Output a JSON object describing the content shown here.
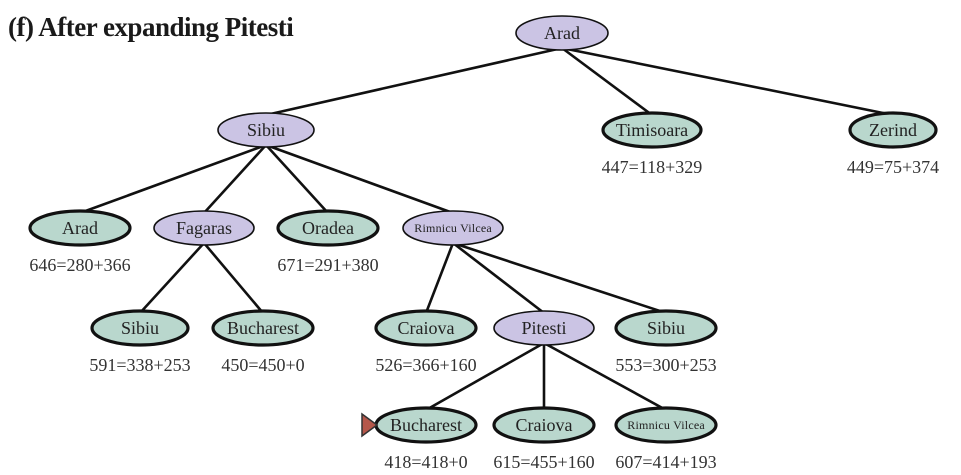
{
  "title": "(f) After expanding Pitesti",
  "colors": {
    "expanded": "#cbc4e4",
    "frontier": "#b9d7cd",
    "edge": "#111111",
    "marker": "#b5574a"
  },
  "nodes": [
    {
      "id": "n0",
      "label": "Arad",
      "state": "expanded",
      "value": ""
    },
    {
      "id": "n1",
      "label": "Sibiu",
      "state": "expanded",
      "value": "",
      "parent": "n0"
    },
    {
      "id": "n2",
      "label": "Timisoara",
      "state": "frontier",
      "value": "447=118+329",
      "parent": "n0"
    },
    {
      "id": "n3",
      "label": "Zerind",
      "state": "frontier",
      "value": "449=75+374",
      "parent": "n0"
    },
    {
      "id": "n4",
      "label": "Arad",
      "state": "frontier",
      "value": "646=280+366",
      "parent": "n1"
    },
    {
      "id": "n5",
      "label": "Fagaras",
      "state": "expanded",
      "value": "",
      "parent": "n1"
    },
    {
      "id": "n6",
      "label": "Oradea",
      "state": "frontier",
      "value": "671=291+380",
      "parent": "n1"
    },
    {
      "id": "n7",
      "label": "Rimnicu Vilcea",
      "state": "expanded",
      "value": "",
      "parent": "n1"
    },
    {
      "id": "n8",
      "label": "Sibiu",
      "state": "frontier",
      "value": "591=338+253",
      "parent": "n5"
    },
    {
      "id": "n9",
      "label": "Bucharest",
      "state": "frontier",
      "value": "450=450+0",
      "parent": "n5"
    },
    {
      "id": "n10",
      "label": "Craiova",
      "state": "frontier",
      "value": "526=366+160",
      "parent": "n7"
    },
    {
      "id": "n11",
      "label": "Pitesti",
      "state": "expanded",
      "value": "",
      "parent": "n7"
    },
    {
      "id": "n12",
      "label": "Sibiu",
      "state": "frontier",
      "value": "553=300+253",
      "parent": "n7"
    },
    {
      "id": "n13",
      "label": "Bucharest",
      "state": "frontier",
      "value": "418=418+0",
      "parent": "n11",
      "selected": true
    },
    {
      "id": "n14",
      "label": "Craiova",
      "state": "frontier",
      "value": "615=455+160",
      "parent": "n11"
    },
    {
      "id": "n15",
      "label": "Rimnicu Vilcea",
      "state": "frontier",
      "value": "607=414+193",
      "parent": "n11"
    }
  ]
}
